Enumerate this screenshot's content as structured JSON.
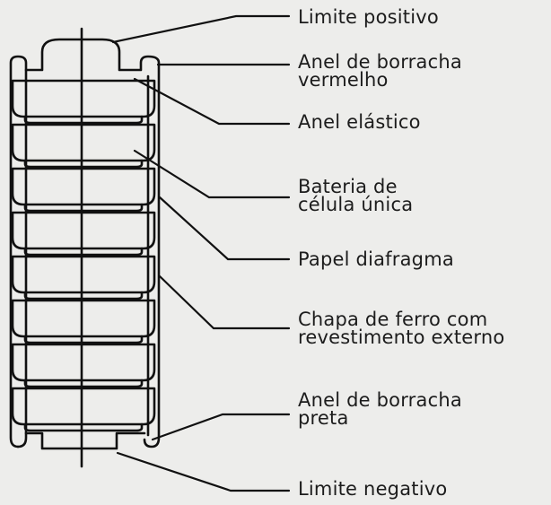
{
  "labels": {
    "positive_terminal": "Limite positivo",
    "red_rubber_ring": "Anel de borracha\nvermelho",
    "snap_ring": "Anel elástico",
    "single_cell": "Bateria de\ncélula única",
    "diaphragm_paper": "Papel diafragma",
    "iron_sheet": "Chapa de ferro com\nrevestimento externo",
    "black_rubber_ring": "Anel de borracha\npreta",
    "negative_terminal": "Limite negativo"
  },
  "cell_count": 8
}
